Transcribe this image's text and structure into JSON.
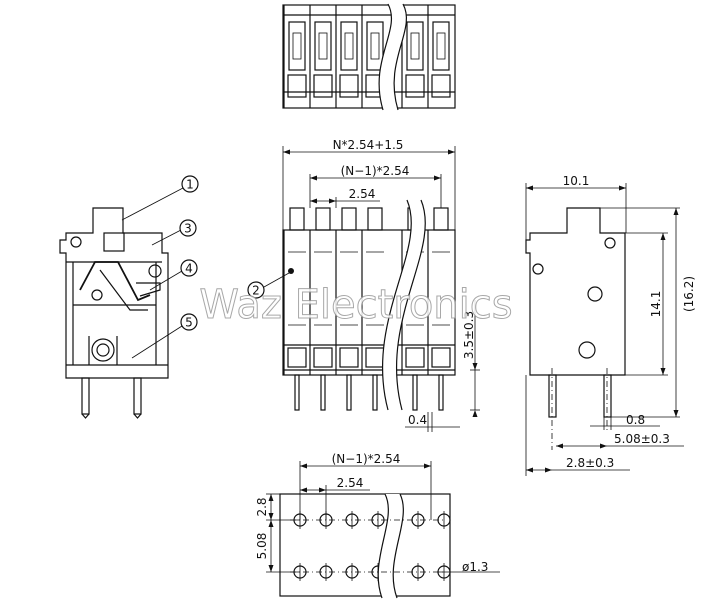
{
  "watermark": "Waz Electronics",
  "dimensions": {
    "overall_width": "N*2.54+1.5",
    "pitch_span_top": "(N−1)*2.54",
    "pitch": "2.54",
    "pin_height": "3.5±0.3",
    "pin_width": "0.4",
    "body_depth": "10.1",
    "body_height": "14.1",
    "total_height": "(16.2)",
    "pin_thickness": "0.8",
    "row_spacing": "5.08±0.3",
    "pin_offset": "2.8±0.3",
    "footprint_span": "(N−1)*2.54",
    "footprint_pitch": "2.54",
    "footprint_edge": "2.8",
    "footprint_rows": "5.08",
    "hole_diameter": "ø1.3"
  },
  "callouts": [
    "1",
    "2",
    "3",
    "4",
    "5"
  ]
}
